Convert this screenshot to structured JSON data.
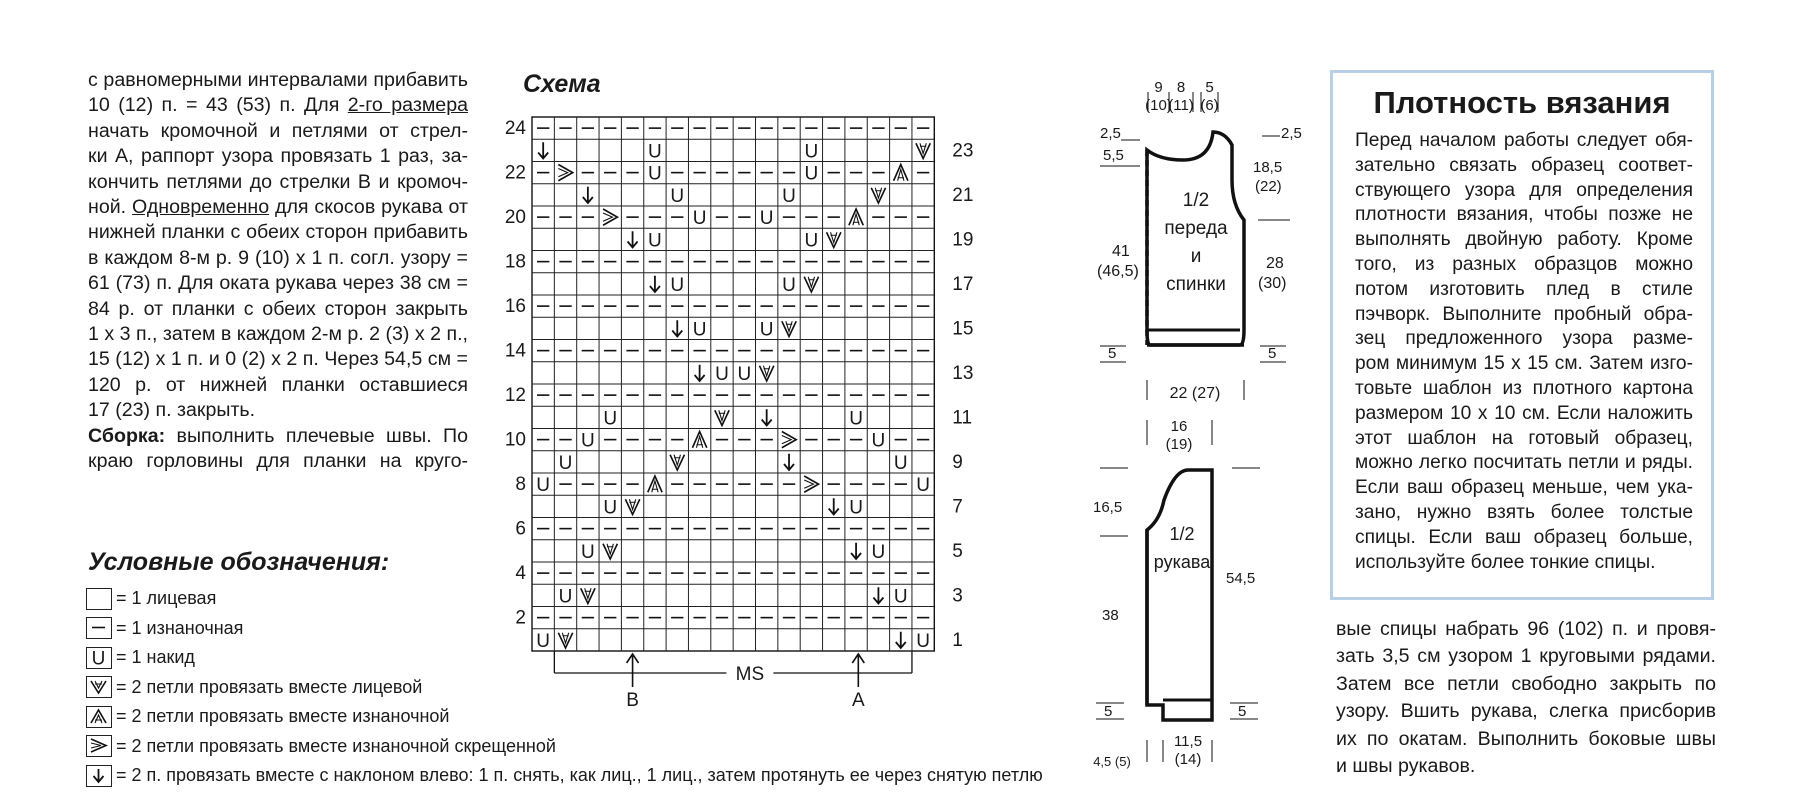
{
  "left_text": {
    "lines": [
      "с равномерными интервалами прибавить",
      "10 (12) п. = 43 (53) п. Для |2-го размера|",
      "начать кромочной и петлями от стрел-",
      "ки А, раппорт узора провязать 1 раз, за-",
      "кончить петлями до стрелки В и кромоч-",
      "ной. |Одновременно| для скосов рукава от",
      "нижней планки с обеих сторон прибавить",
      "в каждом 8-м р. 9 (10) х 1 п. согл. узору =",
      "61 (73) п. Для оката рукава через 38 см =",
      "84 р. от планки с обеих сторон закрыть",
      "1 х 3 п., затем в каждом 2-м р. 2 (3) х 2 п.,",
      "15 (12) х 1 п. и 0 (2) х 2 п. Через 54,5 см =",
      "120 р. от нижней планки оставшиеся",
      "17 (23) п. закрыть."
    ],
    "assembly_label": "Сборка:",
    "assembly_lines": [
      " выполнить плечевые швы. По",
      "краю горловины для планки на круго-"
    ]
  },
  "legend": {
    "title": "Условные обозначения:",
    "items": [
      {
        "symbol": "knit",
        "text": "= 1 лицевая"
      },
      {
        "symbol": "purl",
        "text": "= 1 изнаночная"
      },
      {
        "symbol": "yarnover",
        "text": "= 1 накид"
      },
      {
        "symbol": "k2tog",
        "text": "= 2 петли провязать вместе лицевой"
      },
      {
        "symbol": "p2tog",
        "text": "= 2 петли провязать вместе изнаночной"
      },
      {
        "symbol": "p2tog-tbl",
        "text": "= 2 петли провязать вместе изнаночной скрещенной"
      },
      {
        "symbol": "ssk",
        "text": "= 2 п. провязать вместе с наклоном влево: 1 п. снять, как лиц., 1 лиц., затем протянуть ее через снятую петлю"
      }
    ]
  },
  "schema": {
    "title": "Схема",
    "left_row_numbers": [
      "24",
      "22",
      "20",
      "18",
      "16",
      "14",
      "12",
      "10",
      "8",
      "6",
      "4",
      "2"
    ],
    "right_row_numbers": [
      "23",
      "21",
      "19",
      "17",
      "15",
      "13",
      "11",
      "9",
      "7",
      "5",
      "3",
      "1"
    ],
    "repeat_label": "MS",
    "arrow_b": "B",
    "arrow_a": "A",
    "yo": "U"
  },
  "body_diagram": {
    "top_widths": [
      "9",
      "(10)",
      "8",
      "(11)",
      "5",
      "(6)"
    ],
    "left_top": "2,5",
    "left_mid": "5,5",
    "right_top": "2,5",
    "right_mid": "18,5",
    "right_mid2": "(22)",
    "piece_label": [
      "1/2",
      "переда",
      "и",
      "спинки"
    ],
    "left_len": "41",
    "left_len2": "(46,5)",
    "right_len": "28",
    "right_len2": "(30)",
    "bottom_left": "5",
    "bottom_right": "5",
    "width": "22 (27)"
  },
  "sleeve_diagram": {
    "top_width": "16",
    "top_width2": "(19)",
    "left_cap": "16,5",
    "piece_label": [
      "1/2",
      "рукава"
    ],
    "right_len": "54,5",
    "left_len": "38",
    "bottom_left": "5",
    "bottom_right": "5",
    "bottom_width": "11,5",
    "bottom_width2": "(14)",
    "bottom_side": "4,5 (5)"
  },
  "density": {
    "title": "Плотность вязания",
    "lines": [
      "Перед началом работы следует обя-",
      "зательно связать образец соответ-",
      "ствующего узора для определения",
      "плотности вязания, чтобы позже не",
      "выполнять двойную работу. Кроме",
      "того, из разных образцов можно",
      "потом изготовить плед в стиле",
      "пэчворк. Выполните пробный обра-",
      "зец предложенного узора разме-",
      "ром минимум 15 х 15 см. Затем изго-",
      "товьте шаблон из плотного картона",
      "размером 10 х 10 см. Если наложить",
      "этот шаблон на готовый образец,",
      "можно легко посчитать петли и ряды.",
      "Если ваш образец меньше, чем ука-",
      "зано, нужно взять более толстые",
      "спицы. Если ваш образец больше,",
      "используйте более тонкие спицы."
    ]
  },
  "right_text": {
    "lines": [
      "вые спицы набрать 96 (102) п. и провя-",
      "зать 3,5 см узором 1 круговыми рядами.",
      "Затем все петли свободно закрыть по",
      "узору. Вшить рукава, слегка присборив",
      "их по окатам. Выполнить боковые швы",
      "и швы рукавов."
    ]
  },
  "colors": {
    "density_border": "#b9cfe6",
    "ink": "#1a1a1a"
  }
}
